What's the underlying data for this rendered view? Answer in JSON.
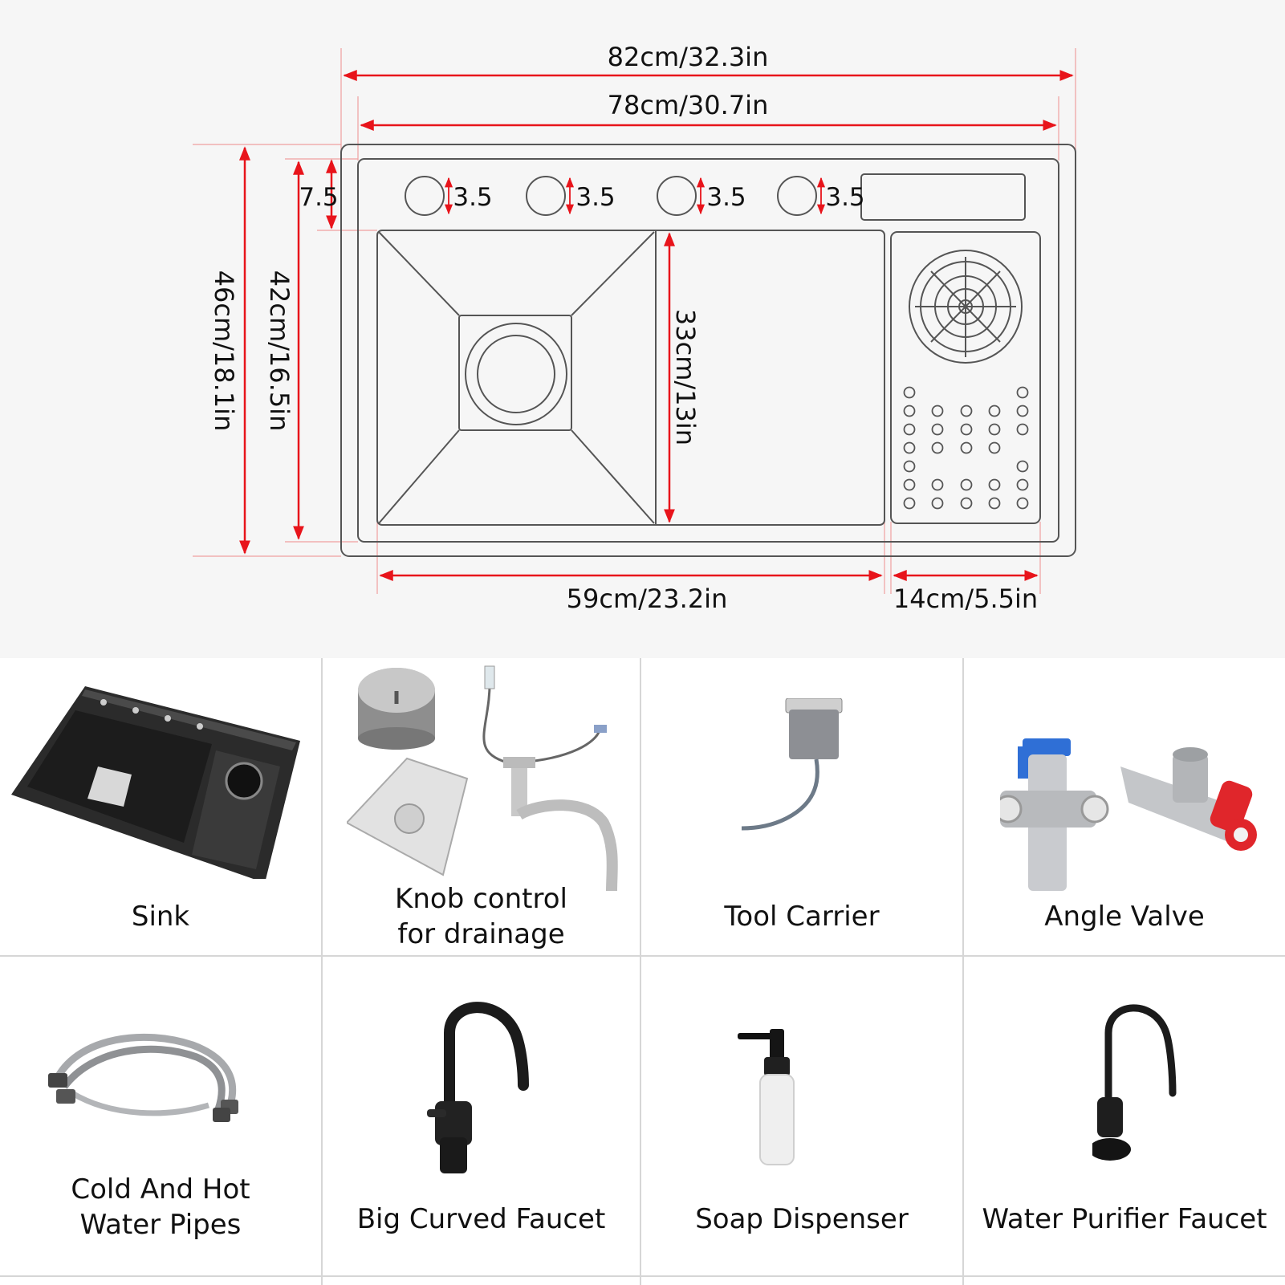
{
  "colors": {
    "dimension": "#e8141b",
    "outline": "#555555",
    "background": "#f6f6f6",
    "grid_line": "#d6d6d6"
  },
  "dimensions": {
    "overall_width": "82cm/32.3in",
    "inner_width": "78cm/30.7in",
    "overall_depth": "46cm/18.1in",
    "inner_depth": "42cm/16.5in",
    "bowl_depth": "33cm/13in",
    "hole_offset": "7.5",
    "hole_diameters": [
      "3.5",
      "3.5",
      "3.5",
      "3.5"
    ],
    "bowl_width": "59cm/23.2in",
    "side_width": "14cm/5.5in"
  },
  "accessories": [
    {
      "label": "Sink",
      "icon": "sink-icon"
    },
    {
      "label": "Knob control\nfor drainage",
      "icon": "drain-kit-icon"
    },
    {
      "label": "Tool Carrier",
      "icon": "tool-carrier-icon"
    },
    {
      "label": "Angle Valve",
      "icon": "angle-valve-icon"
    },
    {
      "label": "Cold And Hot\nWater Pipes",
      "icon": "water-pipes-icon"
    },
    {
      "label": "Big Curved Faucet",
      "icon": "curved-faucet-icon"
    },
    {
      "label": "Soap Dispenser",
      "icon": "soap-dispenser-icon"
    },
    {
      "label": "Water Purifier Faucet",
      "icon": "purifier-faucet-icon"
    }
  ]
}
